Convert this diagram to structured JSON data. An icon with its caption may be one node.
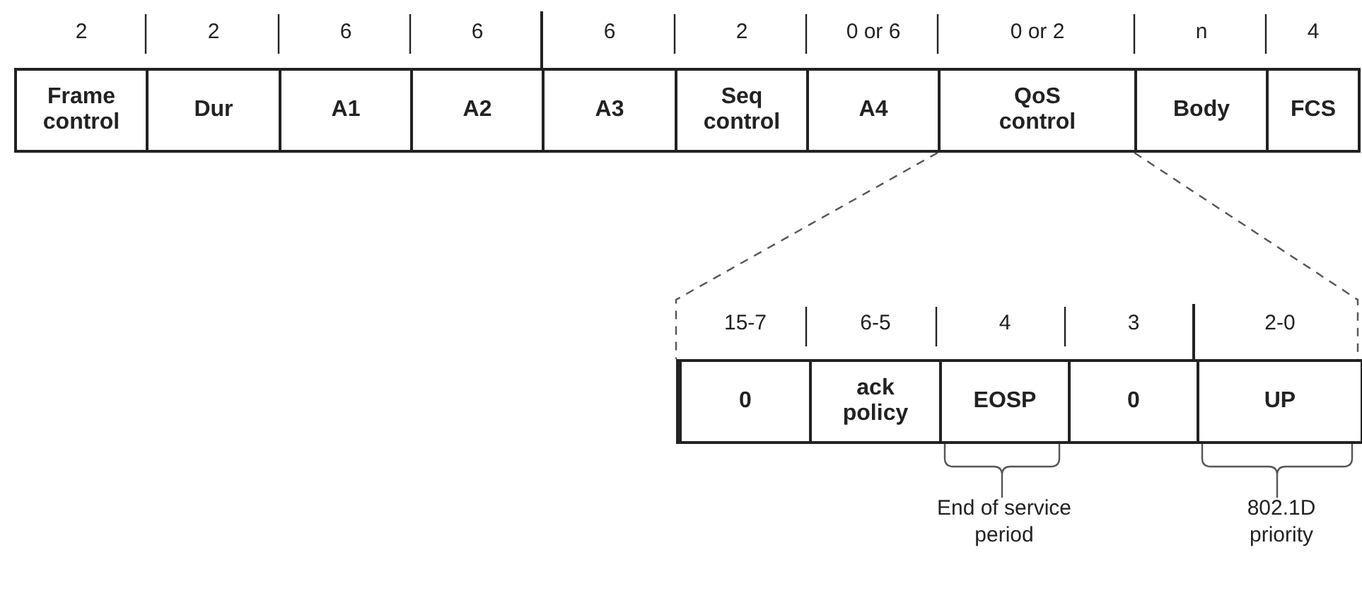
{
  "diagram": {
    "nodes": [
      {
        "text": [
          "Frame control"
        ],
        "beside": [
          "2"
        ]
      },
      {
        "text": [
          "Dur"
        ],
        "beside": [
          "2"
        ]
      },
      {
        "text": [
          "A1"
        ],
        "beside": [
          "6"
        ]
      },
      {
        "text": [
          "A2"
        ],
        "beside": [
          "6"
        ]
      },
      {
        "text": [
          "A3"
        ],
        "beside": [
          "6"
        ]
      },
      {
        "text": [
          "Seq control"
        ],
        "beside": [
          "2"
        ]
      },
      {
        "text": [
          "A4"
        ],
        "beside": [
          "0 or 6"
        ]
      },
      {
        "text": [
          "QoS control"
        ],
        "beside": [
          "0 or 2"
        ]
      },
      {
        "text": [
          "Body"
        ],
        "beside": [
          "n"
        ]
      },
      {
        "text": [
          "FCS"
        ],
        "beside": [
          "4"
        ]
      },
      {
        "text": [],
        "shape": "box"
      },
      {
        "text": [
          "0"
        ],
        "beside": [
          "15-7"
        ],
        "in": 10
      },
      {
        "text": [
          "ack policy"
        ],
        "beside": [
          "6-5"
        ],
        "in": 10
      },
      {
        "text": [
          "EOSP"
        ],
        "beside": [
          "4"
        ],
        "in": 10
      },
      {
        "text": [
          "0"
        ],
        "beside": [
          "3"
        ],
        "in": 10
      },
      {
        "text": [
          "UP"
        ],
        "beside": [
          "2-0"
        ],
        "in": 10
      },
      {
        "text": [
          "End of service period"
        ]
      },
      {
        "text": [
          "802.1D priority"
        ]
      }
    ],
    "edges": [
      {
        "from": 7,
        "to": 10,
        "arrow": "none",
        "style": "dashed"
      },
      {
        "from": 7,
        "to": 10,
        "arrow": "none",
        "style": "dashed"
      },
      {
        "from": 16,
        "to": 13,
        "arrow": "none"
      },
      {
        "from": 17,
        "to": 15,
        "arrow": "none"
      }
    ]
  }
}
